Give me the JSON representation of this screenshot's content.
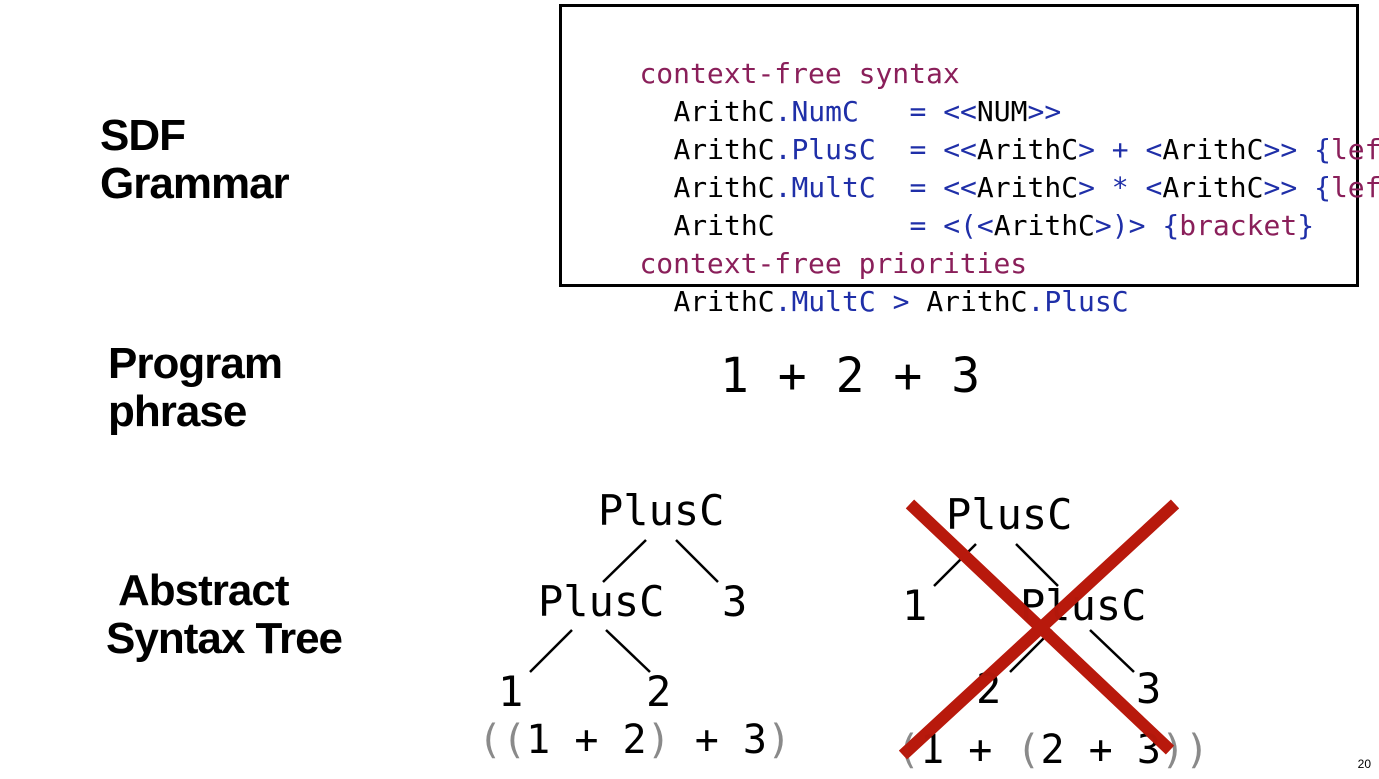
{
  "labels": {
    "sdf": [
      "SDF",
      "Grammar"
    ],
    "program": [
      "Program",
      "phrase"
    ],
    "ast": [
      "Abstract",
      "Syntax Tree"
    ]
  },
  "grammar": {
    "section1": "context-free syntax",
    "rules": [
      {
        "lhs": "ArithC",
        "dot": ".",
        "cons": "NumC",
        "pad": "  ",
        "eq": " = ",
        "pre": "<<",
        "body": "NUM",
        "post": ">>",
        "attr": ""
      },
      {
        "lhs": "ArithC",
        "dot": ".",
        "cons": "PlusC",
        "pad": " ",
        "eq": " = ",
        "pre": "<<",
        "body": "ArithC> + <ArithC",
        "post": ">>",
        "attr": "{left}"
      },
      {
        "lhs": "ArithC",
        "dot": ".",
        "cons": "MultC",
        "pad": " ",
        "eq": " = ",
        "pre": "<<",
        "body": "ArithC> * <ArithC",
        "post": ">>",
        "attr": "{left}"
      }
    ],
    "bracket_rule": {
      "lhs": "ArithC",
      "pad": "       ",
      "eq": " = ",
      "text": "<(<ArithC>)>",
      "attr": "{bracket}"
    },
    "section2": "context-free priorities",
    "priority": {
      "lhs": "ArithC",
      "dot": ".",
      "cons1": "MultC",
      "gt": " > ",
      "lhs2": "ArithC",
      "dot2": ".",
      "cons2": "PlusC"
    }
  },
  "phrase": "1 + 2 + 3",
  "tree_left": {
    "root": "PlusC",
    "child_left": "PlusC",
    "child_right": "3",
    "leaf_left": "1",
    "leaf_right": "2",
    "paren_open": "((",
    "paren_inner": "1 + 2",
    "paren_mid": ")",
    "paren_rest": " + 3",
    "paren_close": ")"
  },
  "tree_right": {
    "root": "PlusC",
    "child_left": "1",
    "child_right": "PlusC",
    "leaf_left": "2",
    "leaf_right": "3",
    "paren_open": "(",
    "paren_text1": "1 + ",
    "paren_open2": "(",
    "paren_inner": "2 + 3",
    "paren_close": "))"
  },
  "colors": {
    "keyword": "#8a1f5a",
    "constructor": "#1f2fa8",
    "cross": "#b8190c",
    "paren": "#8a8a8a"
  },
  "page_number": "20"
}
